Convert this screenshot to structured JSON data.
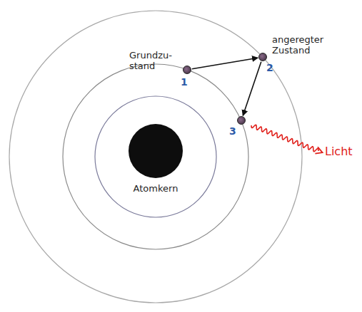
{
  "diagram": {
    "nodes": [
      {
        "text": [
          "1",
          "Grundzu- stand"
        ]
      },
      {
        "text": [
          "2",
          "angeregter Zustand"
        ]
      },
      {
        "text": [
          "3"
        ]
      },
      {
        "text": [
          "Atomkern"
        ]
      }
    ],
    "edges": [
      {
        "from": 0,
        "to": 1,
        "arrow": "to"
      },
      {
        "from": 1,
        "to": 2,
        "arrow": "to"
      }
    ],
    "labels": [
      "Licht"
    ]
  }
}
